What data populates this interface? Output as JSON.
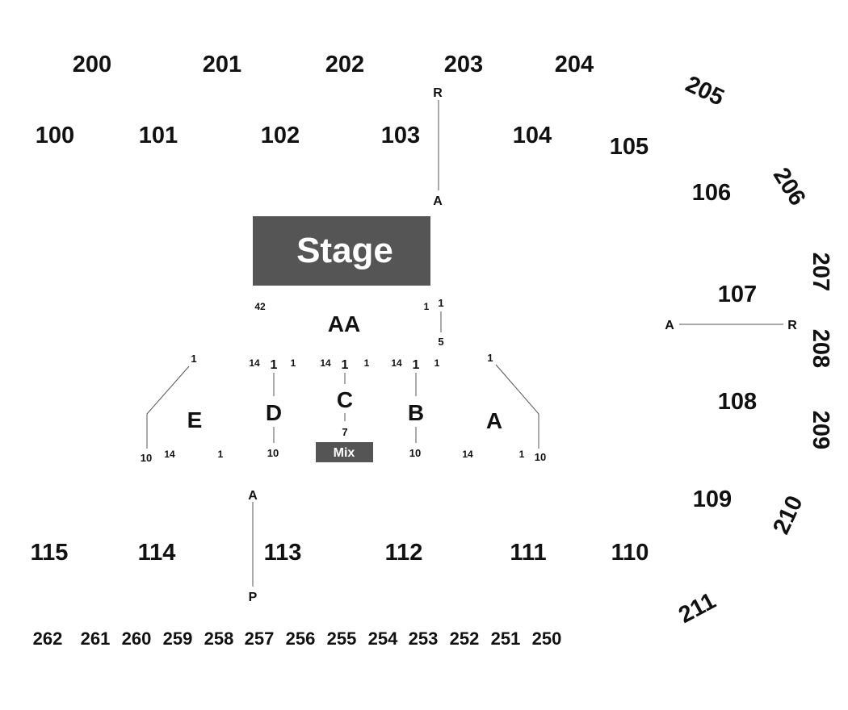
{
  "colors": {
    "stage": "#555555",
    "mix": "#555555",
    "text": "#111111",
    "line": "#555555"
  },
  "stage": {
    "label": "Stage"
  },
  "mix": {
    "label": "Mix"
  },
  "upper_sections": {
    "s200": "200",
    "s201": "201",
    "s202": "202",
    "s203": "203",
    "s204": "204",
    "s205": "205",
    "s206": "206",
    "s207": "207",
    "s208": "208",
    "s209": "209",
    "s210": "210",
    "s211": "211"
  },
  "lower_sections": {
    "s100": "100",
    "s101": "101",
    "s102": "102",
    "s103": "103",
    "s104": "104",
    "s105": "105",
    "s106": "106",
    "s107": "107",
    "s108": "108",
    "s109": "109",
    "s110": "110",
    "s111": "111",
    "s112": "112",
    "s113": "113",
    "s114": "114",
    "s115": "115"
  },
  "rear_sections": {
    "s262": "262",
    "s261": "261",
    "s260": "260",
    "s259": "259",
    "s258": "258",
    "s257": "257",
    "s256": "256",
    "s255": "255",
    "s254": "254",
    "s253": "253",
    "s252": "252",
    "s251": "251",
    "s250": "250"
  },
  "floor_sections": {
    "aa": "AA",
    "a": "A",
    "b": "B",
    "c": "C",
    "d": "D",
    "e": "E"
  },
  "row_markers": {
    "s103_top": "R",
    "s103_bottom": "A",
    "s107_left": "A",
    "s107_right": "R",
    "s113_top": "A",
    "s113_bottom": "P"
  },
  "seat_markers": {
    "aa_left": "42",
    "aa_right": "1",
    "aa_row_top": "1",
    "aa_row_bottom": "5",
    "e_row_top": "1",
    "e_row_bottom": "10",
    "e_seat_14": "14",
    "e_seat_1": "1",
    "d_seat_14": "14",
    "d_row_top": "1",
    "d_seat_1": "1",
    "d_row_bottom": "10",
    "c_seat_14": "14",
    "c_row_top": "1",
    "c_seat_1": "1",
    "c_row_bottom": "7",
    "b_seat_14": "14",
    "b_row_top": "1",
    "b_seat_1": "1",
    "b_row_bottom": "10",
    "a_row_top": "1",
    "a_seat_14": "14",
    "a_seat_1": "1",
    "a_row_bottom": "10"
  }
}
